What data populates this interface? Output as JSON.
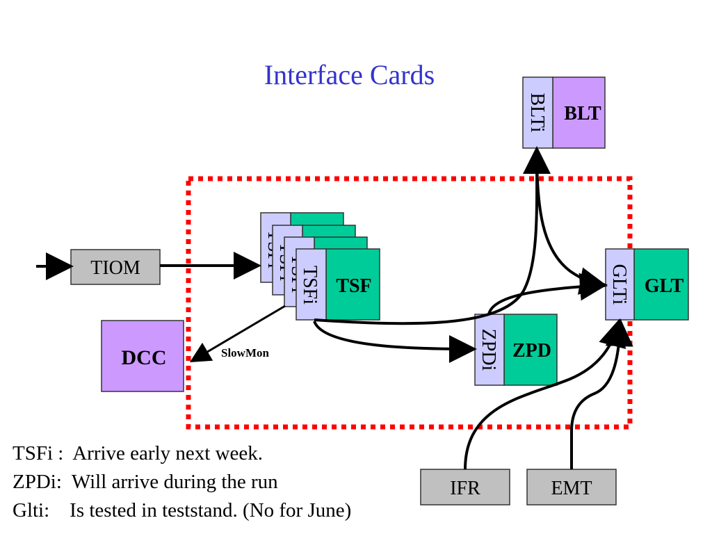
{
  "title": "Interface Cards",
  "colors": {
    "title": "#3333cc",
    "interface_card": "#ccccff",
    "purple_box": "#cc99ff",
    "green_box": "#00cc99",
    "grey_box": "#c0c0c0",
    "dotted_border": "#ff0000"
  },
  "nodes": {
    "blti": "BLTi",
    "blt": "BLT",
    "tiom": "TIOM",
    "dcc": "DCC",
    "tsfi": "TSFi",
    "tsf": "TSF",
    "zpdi": "ZPDi",
    "zpd": "ZPD",
    "glti": "GLTi",
    "glt": "GLT",
    "ifr": "IFR",
    "emt": "EMT"
  },
  "edge_labels": {
    "slowmon": "SlowMon"
  },
  "notes": [
    {
      "key": "TSFi : ",
      "text": " Arrive early next week."
    },
    {
      "key": "ZPDi:",
      "text": "  Will arrive during the run"
    },
    {
      "key": "Glti:",
      "text": "    Is tested in teststand. (No for June)"
    }
  ]
}
